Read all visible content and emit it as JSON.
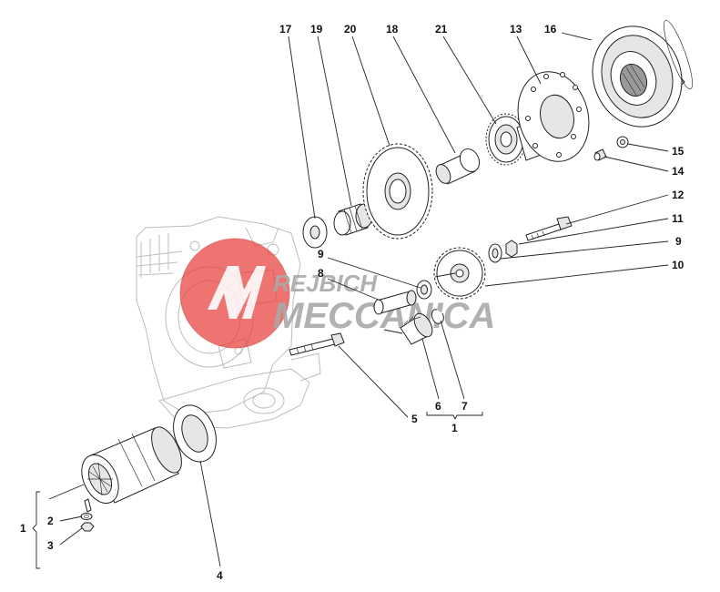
{
  "labels": {
    "l17": "17",
    "l19": "19",
    "l20": "20",
    "l18": "18",
    "l21": "21",
    "l13": "13",
    "l16": "16",
    "l15": "15",
    "l14": "14",
    "l12": "12",
    "l11": "11",
    "l9r": "9",
    "l10": "10",
    "l9l": "9",
    "l8": "8",
    "l5": "5",
    "l6": "6",
    "l7": "7",
    "l1b": "1",
    "l1": "1",
    "l2": "2",
    "l3": "3",
    "l4": "4"
  },
  "watermark": {
    "line1": "REJBICH",
    "line2": "MECCANICA",
    "colors": {
      "logo_red": "#e8403c",
      "text_grey": "#9a9a9a"
    }
  }
}
